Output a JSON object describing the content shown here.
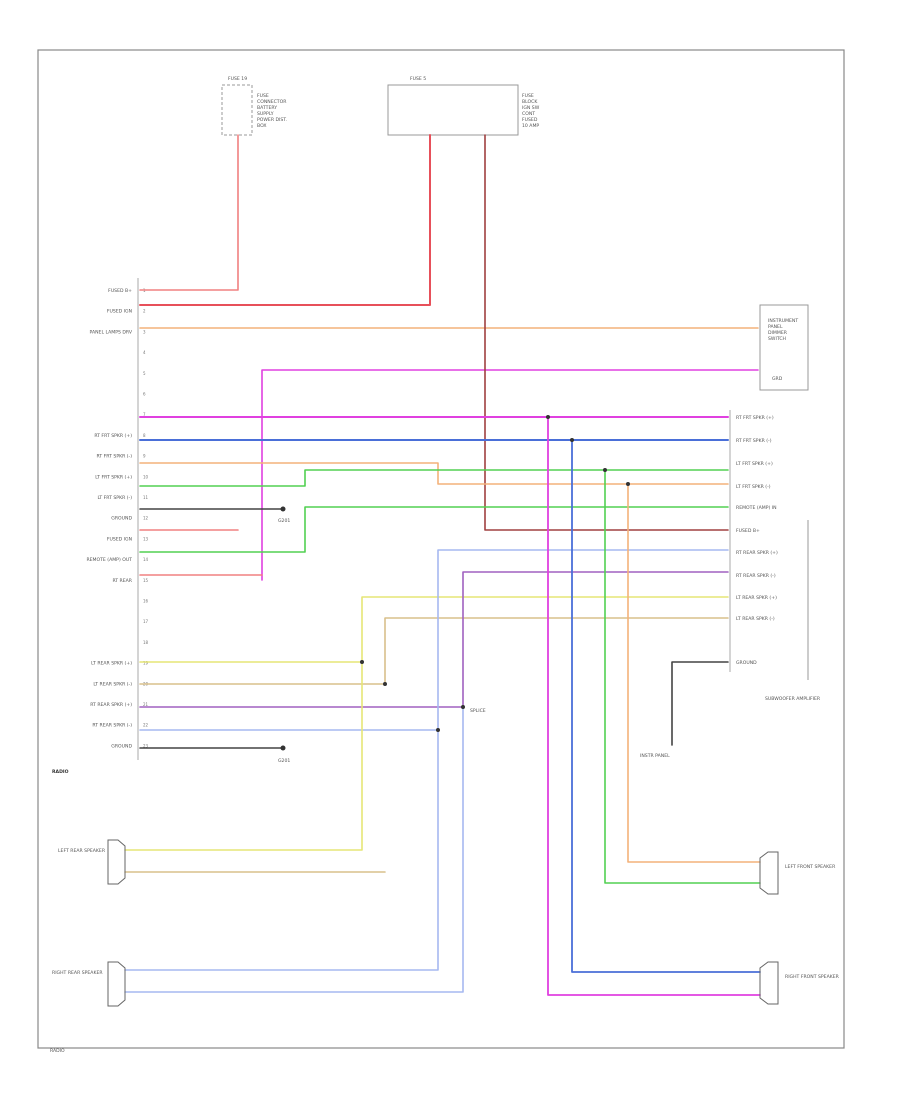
{
  "radio": {
    "label": "RADIO",
    "left_pins": [
      {
        "label": "FUSED B+",
        "num": "1"
      },
      {
        "label": "FUSED IGN",
        "num": "2"
      },
      {
        "label": "PANEL LAMPS DRV",
        "num": "3"
      },
      {
        "label": "",
        "num": "4"
      },
      {
        "label": "",
        "num": "5"
      },
      {
        "label": "",
        "num": "6"
      },
      {
        "label": "",
        "num": "7"
      },
      {
        "label": "RT FRT SPKR (+)",
        "num": "8"
      },
      {
        "label": "RT FRT SPKR (-)",
        "num": "9"
      },
      {
        "label": "LT FRT SPKR (+)",
        "num": "10"
      },
      {
        "label": "LT FRT SPKR (-)",
        "num": "11"
      },
      {
        "label": "GROUND",
        "num": "12"
      },
      {
        "label": "FUSED IGN",
        "num": "13"
      },
      {
        "label": "REMOTE (AMP) OUT",
        "num": "14"
      },
      {
        "label": "RT REAR",
        "num": "15"
      },
      {
        "label": "",
        "num": "16"
      },
      {
        "label": "",
        "num": "17"
      },
      {
        "label": "",
        "num": "18"
      },
      {
        "label": "LT REAR SPKR (+)",
        "num": "19"
      },
      {
        "label": "LT REAR SPKR (-)",
        "num": "20"
      },
      {
        "label": "RT REAR SPKR (+)",
        "num": "21"
      },
      {
        "label": "RT REAR SPKR (-)",
        "num": "22"
      },
      {
        "label": "GROUND",
        "num": "23"
      }
    ]
  },
  "top_fuse_left": {
    "title": "FUSE 19",
    "lines": [
      "FUSE",
      "CONNECTOR",
      "BATTERY",
      "SUPPLY",
      "POWER DIST.",
      "BOX"
    ]
  },
  "top_fuse_right": {
    "title": "FUSE 5",
    "lines": [
      "FUSE",
      "BLOCK",
      "IGN SW",
      "CONT",
      "FUSED",
      "10 AMP"
    ]
  },
  "dimmer": {
    "lines": [
      "INSTRUMENT",
      "PANEL",
      "DIMMER",
      "SWITCH"
    ],
    "ground": "GRD"
  },
  "amp": {
    "label": "SUBWOOFER AMPLIFIER",
    "right_pins": [
      "RT FRT SPKR (+)",
      "RT FRT SPKR (-)",
      "LT FRT SPKR (+)",
      "LT FRT SPKR (-)",
      "REMOTE (AMP) IN",
      "FUSED B+",
      "RT REAR SPKR (+)",
      "RT REAR SPKR (-)",
      "LT REAR SPKR (+)",
      "LT REAR SPKR (-)",
      "GROUND"
    ]
  },
  "speakers": {
    "lt_rear": "LEFT REAR SPEAKER",
    "rt_rear": "RIGHT REAR SPEAKER",
    "lt_front": "LEFT FRONT SPEAKER",
    "rt_front": "RIGHT FRONT SPEAKER"
  },
  "notes": {
    "splice1": "SPLICE",
    "dimmer_note": "INSTR PANEL",
    "ground": "G201",
    "footer": "RADIO"
  },
  "wire_colors": {
    "red": "#f08080",
    "pink_red": "#e7505a",
    "orange": "#f3b27a",
    "magenta": "#e040e0",
    "blue": "#4a6fd8",
    "green": "#52d052",
    "tan": "#d9c08c",
    "yellow": "#e6e676",
    "purple": "#a060c0",
    "light_blue": "#a6b8f0",
    "black": "#444444",
    "dark_red": "#a04040",
    "grey": "#808080"
  }
}
